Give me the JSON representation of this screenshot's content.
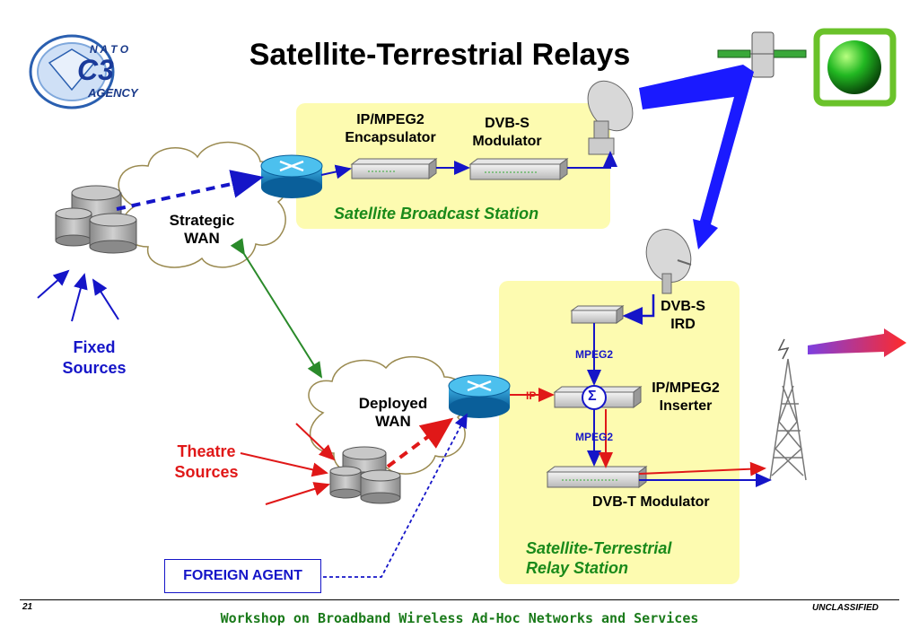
{
  "title": "Satellite-Terrestrial Relays",
  "logo": {
    "top_text": "N A T O",
    "mid_text": "C3",
    "bottom_text": "AGENCY"
  },
  "labels": {
    "encapsulator": "IP/MPEG2\nEncapsulator",
    "dvbs_modulator": "DVB-S\nModulator",
    "satellite_station": "Satellite Broadcast Station",
    "strategic_wan": "Strategic\nWAN",
    "dvbs_ird": "DVB-S\nIRD",
    "mpeg2_top": "MPEG2",
    "mpeg2_bottom": "MPEG2",
    "ip": "IP",
    "inserter": "IP/MPEG2\nInserter",
    "dvbt_modulator": "DVB-T Modulator",
    "relay_station": "Satellite-Terrestrial\nRelay Station",
    "deployed_wan": "Deployed\nWAN",
    "fixed_sources": "Fixed\nSources",
    "theatre_sources": "Theatre\nSources",
    "foreign_agent": "FOREIGN AGENT",
    "sigma": "Σ"
  },
  "footer": {
    "page_number": "21",
    "workshop": "Workshop on Broadband Wireless Ad-Hoc Networks and Services",
    "classification": "UNCLASSIFIED"
  },
  "colors": {
    "station_bg": "#fdfbb0",
    "link_blue": "#1515c8",
    "link_red": "#e01818",
    "link_green": "#2a8a2a",
    "label_green": "#1a8a1a"
  }
}
